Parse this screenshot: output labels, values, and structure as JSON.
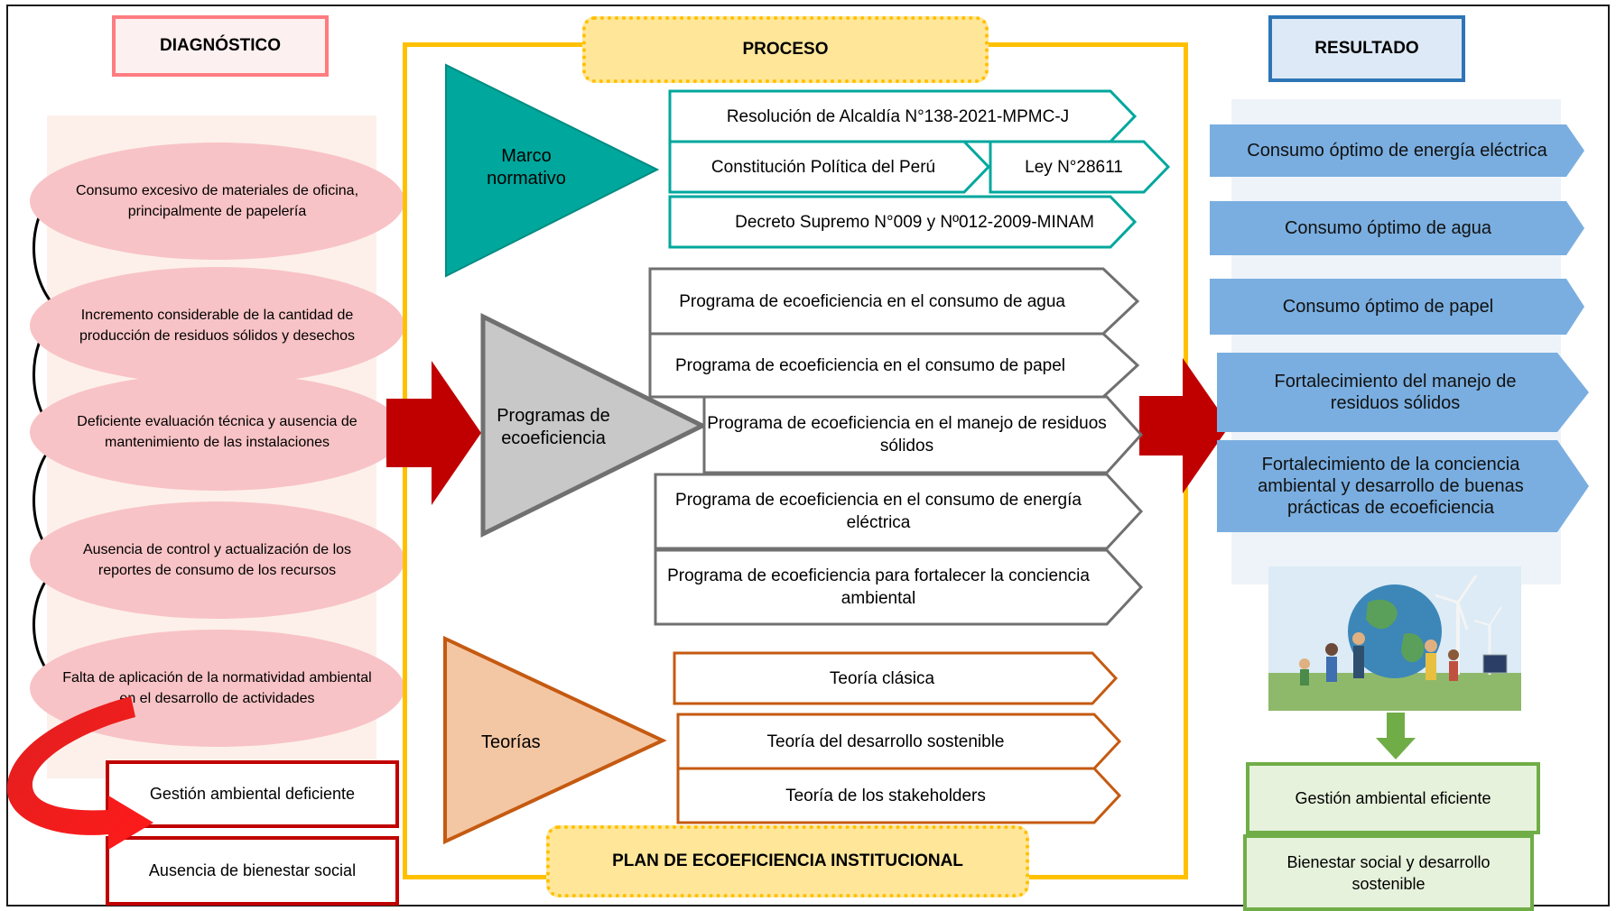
{
  "headers": {
    "diagnostico": "DIAGNÓSTICO",
    "proceso": "PROCESO",
    "resultado": "RESULTADO",
    "plan": "PLAN DE ECOEFICIENCIA INSTITUCIONAL"
  },
  "diagnostico": {
    "problems": [
      "Consumo excesivo de materiales de oficina, principalmente de papelería",
      "Incremento considerable de la cantidad de producción de residuos sólidos y desechos",
      "Deficiente evaluación técnica y ausencia de mantenimiento de las instalaciones",
      "Ausencia de control y actualización de los reportes de consumo de los recursos",
      "Falta de aplicación de la normatividad ambiental en el desarrollo de actividades"
    ],
    "outcomes": [
      "Gestión ambiental deficiente",
      "Ausencia de bienestar social"
    ]
  },
  "proceso": {
    "marco": {
      "label": "Marco normativo",
      "items": [
        "Resolución de Alcaldía N°138-2021-MPMC-J",
        "Constitución Política del Perú",
        "Ley N°28611",
        "Decreto Supremo N°009 y Nº012-2009-MINAM"
      ]
    },
    "programas": {
      "label": "Programas de ecoeficiencia",
      "items": [
        "Programa de ecoeficiencia en el consumo de agua",
        "Programa de ecoeficiencia en el consumo de papel",
        "Programa de ecoeficiencia en el manejo de residuos sólidos",
        "Programa de ecoeficiencia en el consumo de energía eléctrica",
        "Programa de ecoeficiencia para fortalecer la conciencia ambiental"
      ]
    },
    "teorias": {
      "label": "Teorías",
      "items": [
        "Teoría clásica",
        "Teoría del desarrollo sostenible",
        "Teoría de los stakeholders"
      ]
    }
  },
  "resultado": {
    "items": [
      "Consumo óptimo de energía eléctrica",
      "Consumo óptimo de agua",
      "Consumo óptimo de papel",
      "Fortalecimiento del manejo de residuos sólidos",
      "Fortalecimiento de la conciencia ambiental y desarrollo de buenas prácticas de ecoeficiencia"
    ],
    "outcomes": [
      "Gestión ambiental eficiente",
      "Bienestar social y desarrollo sostenible"
    ]
  },
  "colors": {
    "diag_header": "#ff7c80",
    "proceso_frame": "#ffc000",
    "resultado_header": "#2e75b6",
    "marco": "#00a79d",
    "programas": "#c8c8c8",
    "teorias": "#f4c7a4",
    "teorias_border": "#c55a11",
    "resultado_arrow": "#7aaee0",
    "arrow_red": "#c00000",
    "green": "#70ad47"
  }
}
